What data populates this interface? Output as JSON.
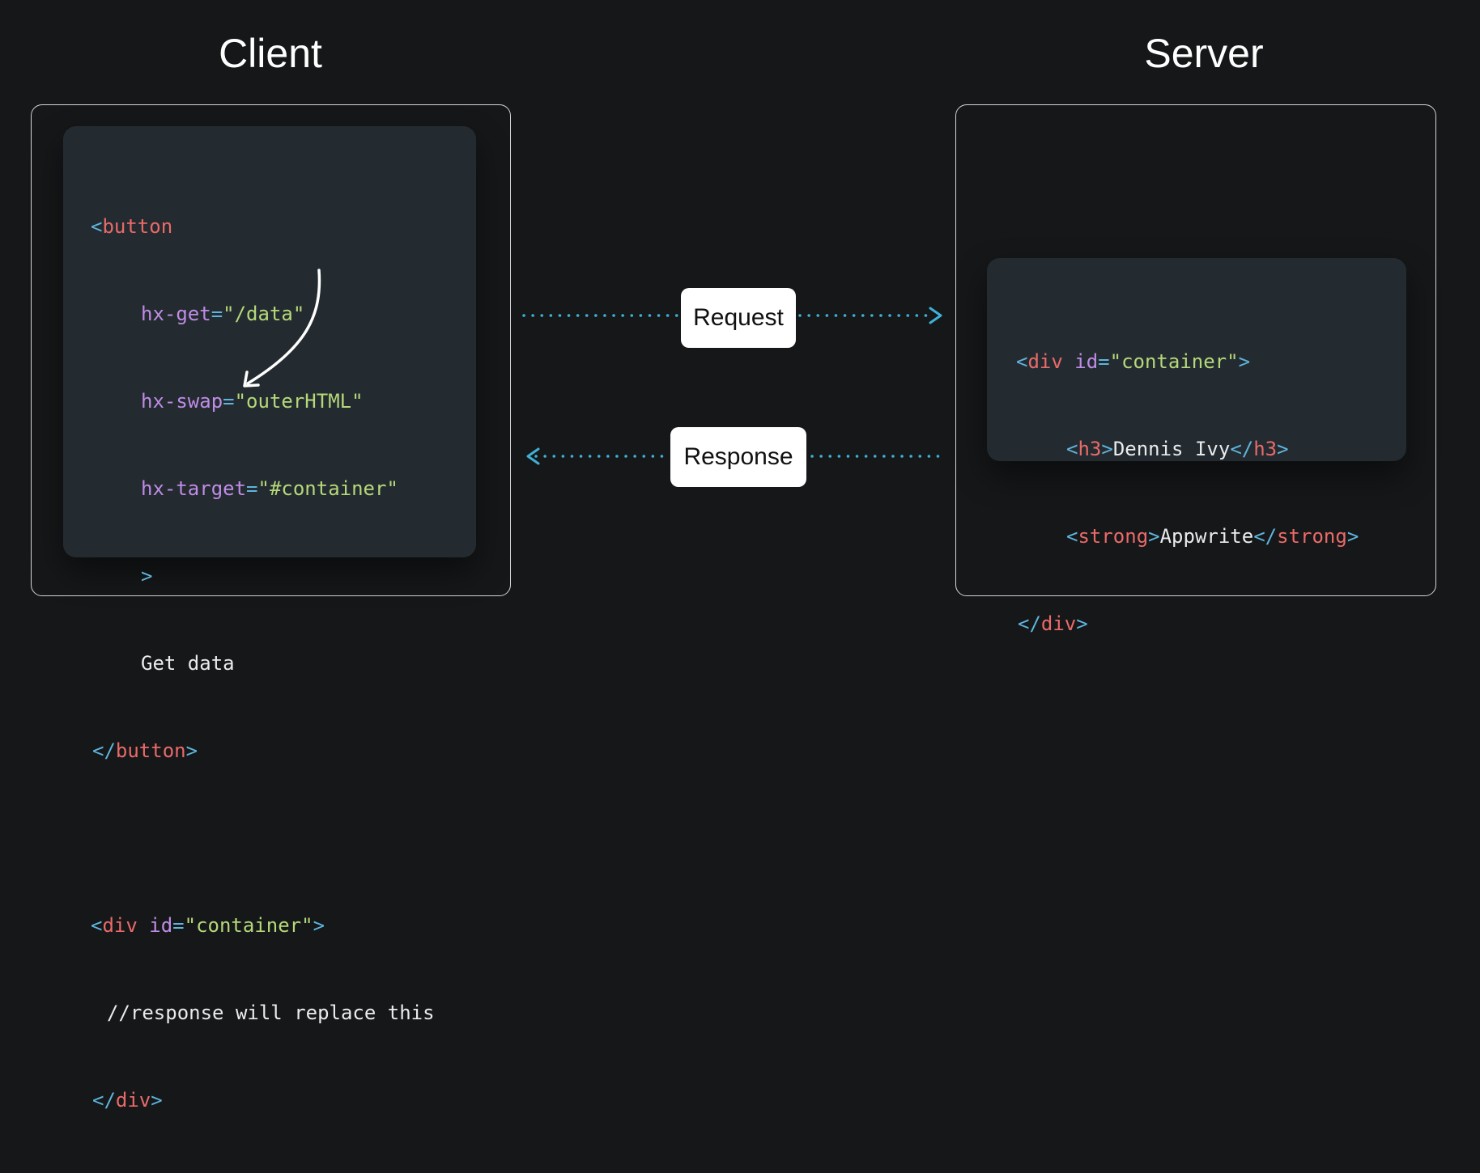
{
  "client": {
    "title": "Client",
    "code": {
      "button_open": "<",
      "button_tag": "button",
      "hx_get_attr": "hx-get",
      "hx_get_value": "\"/data\"",
      "hx_swap_attr": "hx-swap",
      "hx_swap_value": "\"outerHTML\"",
      "hx_target_attr": "hx-target",
      "hx_target_value": "\"#container\"",
      "close_bracket": ">",
      "button_text": "Get data",
      "button_close_open": "</",
      "div_tag": "div",
      "id_attr": "id",
      "id_value": "\"container\"",
      "comment": "//response will replace this"
    }
  },
  "server": {
    "title": "Server",
    "code": {
      "div_tag": "div",
      "id_attr": "id",
      "id_value": "\"container\"",
      "h3_tag": "h3",
      "h3_text": "Dennis Ivy",
      "strong_tag": "strong",
      "strong_text": "Appwrite"
    }
  },
  "arrows": {
    "request_label": "Request",
    "response_label": "Response",
    "color": "#3fb0d6"
  }
}
